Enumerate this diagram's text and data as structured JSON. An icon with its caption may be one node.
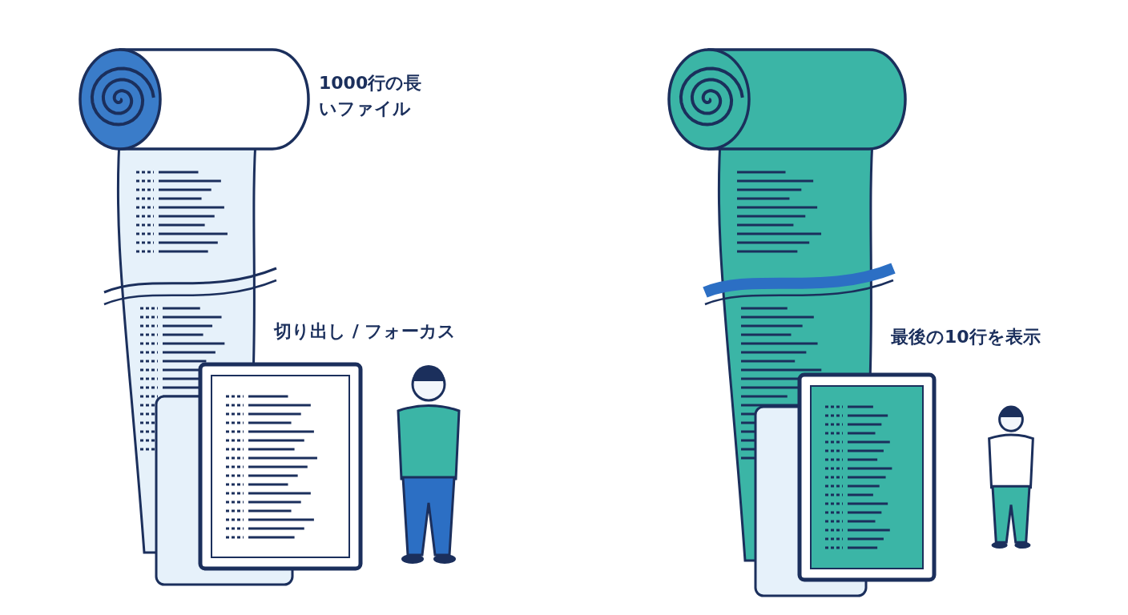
{
  "diagram": {
    "labels": [
      "1000行の長いファイル",
      "切り出し / フォーカス",
      "最後の10行を表示"
    ]
  }
}
